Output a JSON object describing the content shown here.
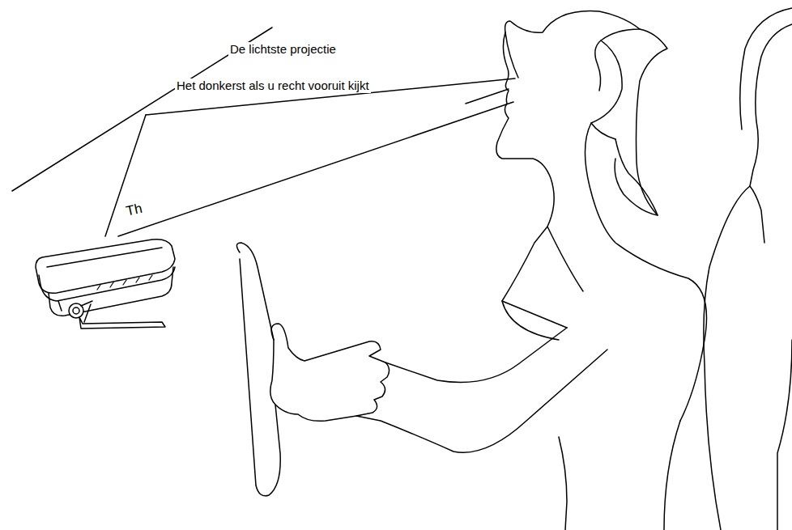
{
  "diagram": {
    "labels": [
      "De lichtste projectie",
      "Het donkerst als u recht vooruit kijkt",
      "Th"
    ]
  }
}
